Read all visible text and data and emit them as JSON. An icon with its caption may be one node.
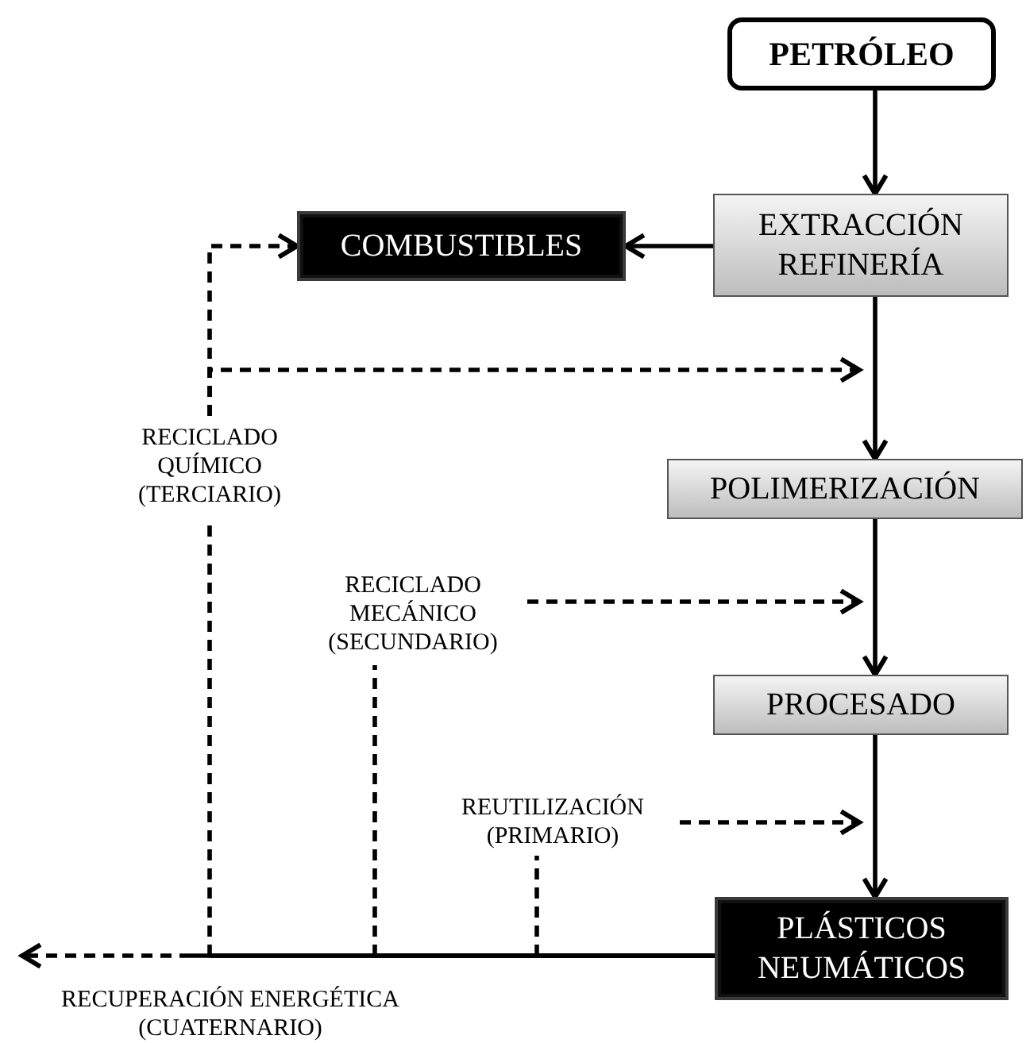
{
  "diagram": {
    "nodes": [
      {
        "text": [
          "PETRÓLEO"
        ]
      },
      {
        "text": [
          "EXTRACCIÓN REFINERÍA"
        ]
      },
      {
        "text": [
          "COMBUSTIBLES"
        ]
      },
      {
        "text": [
          "POLIMERIZACIÓN"
        ]
      },
      {
        "text": [
          "PROCESADO"
        ]
      },
      {
        "text": [
          "PLÁSTICOS NEUMÁTICOS"
        ]
      },
      {
        "text": [
          "RECICLADO QUÍMICO (TERCIARIO)"
        ]
      },
      {
        "text": [
          "RECICLADO MECÁNICO (SECUNDARIO)"
        ]
      },
      {
        "text": [
          "REUTILIZACIÓN (PRIMARIO)"
        ]
      },
      {
        "text": [
          "RECUPERACIÓN ENERGÉTICA (CUATERNARIO)"
        ]
      }
    ],
    "edges": [
      {
        "from": 0,
        "to": 1,
        "arrow": "to"
      },
      {
        "from": 1,
        "to": 2,
        "arrow": "to"
      },
      {
        "from": 1,
        "to": 3,
        "arrow": "to"
      },
      {
        "from": 3,
        "to": 4,
        "arrow": "to"
      },
      {
        "from": 4,
        "to": 5,
        "arrow": "to"
      },
      {
        "from": 5,
        "to": 6,
        "arrow": "none",
        "style": "dashed"
      },
      {
        "from": 5,
        "to": 7,
        "arrow": "none",
        "style": "dashed"
      },
      {
        "from": 5,
        "to": 8,
        "arrow": "none",
        "style": "dashed"
      },
      {
        "from": 5,
        "to": 9,
        "arrow": "to",
        "style": "dashed"
      },
      {
        "from": 6,
        "to": 2,
        "arrow": "to",
        "style": "dashed"
      },
      {
        "from": 6,
        "to": null,
        "arrow": "to",
        "style": "dashed"
      },
      {
        "from": 7,
        "to": null,
        "arrow": "to",
        "style": "dashed"
      },
      {
        "from": 8,
        "to": null,
        "arrow": "to",
        "style": "dashed"
      }
    ]
  }
}
